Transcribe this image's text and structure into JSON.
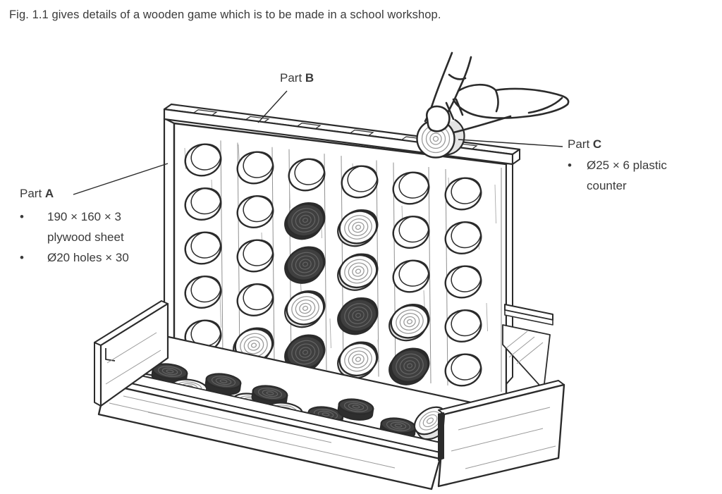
{
  "caption": "Fig. 1.1 gives details of a wooden game which is to be made in a school workshop.",
  "labels": {
    "bullet_marker": "•",
    "part_a": {
      "prefix": "Part",
      "letter": "A",
      "bullet_1": "190 × 160 × 3\nplywood sheet",
      "bullet_2": "Ø20 holes × 30"
    },
    "part_b": {
      "prefix": "Part",
      "letter": "B"
    },
    "part_c": {
      "prefix": "Part",
      "letter": "C",
      "bullet_1": "Ø25 × 6 plastic\ncounter"
    }
  },
  "figure": {
    "description": "Wooden connect-four style game: vertical plywood sheet (Part A) with 6 columns × 5 rows of holes, topped by a slotted rail (Part B), standing in a wooden base tray holding loose counters; a hand drops a plastic counter (Part C) into a top slot.",
    "board": {
      "columns": 6,
      "rows": 5,
      "cells": [
        [
          "empty",
          "empty",
          "empty",
          "empty",
          "empty",
          "empty"
        ],
        [
          "empty",
          "empty",
          "dark",
          "light",
          "empty",
          "empty"
        ],
        [
          "empty",
          "empty",
          "dark",
          "light",
          "empty",
          "empty"
        ],
        [
          "empty",
          "empty",
          "light",
          "dark",
          "light",
          "empty"
        ],
        [
          "empty",
          "light",
          "dark",
          "light",
          "dark",
          "empty"
        ]
      ]
    },
    "tray_counters": [
      "light",
      "dark",
      "light",
      "dark",
      "light",
      "dark",
      "light",
      "dark",
      "dark",
      "dark",
      "light"
    ],
    "held_counter": "light",
    "colors": {
      "line": "#2b2b2b",
      "dark_counter": "#3f3f3f",
      "dark_counter_side": "#2e2e2e",
      "light_counter": "#ffffff",
      "light_counter_side": "#e4e4e4",
      "ring_dark": "#636363",
      "ring_light": "#9a9a9a",
      "grain": "#9a9a9a",
      "background": "#ffffff"
    }
  }
}
